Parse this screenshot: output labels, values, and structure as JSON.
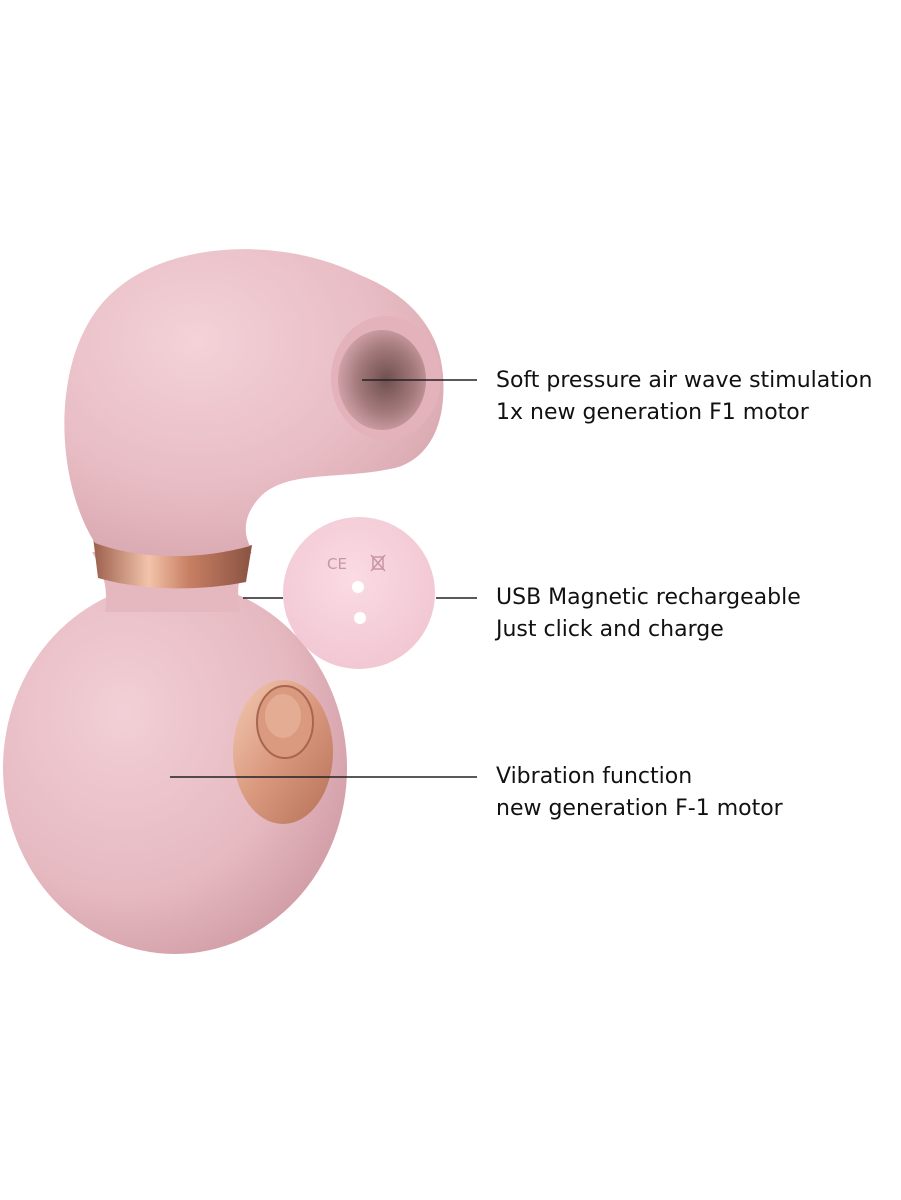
{
  "features": [
    {
      "title": "Soft pressure air wave stimulation",
      "subtitle": "1x new generation F1 motor"
    },
    {
      "title": "USB Magnetic rechargeable",
      "subtitle": "Just click and charge"
    },
    {
      "title": "Vibration function",
      "subtitle": "new generation F-1 motor"
    }
  ],
  "charger_disc": {
    "markings": "CE"
  },
  "colors": {
    "body_pink": "#e9c1c8",
    "rose_gold": "#d4957a",
    "callout_line": "#222222",
    "text": "#111111"
  }
}
